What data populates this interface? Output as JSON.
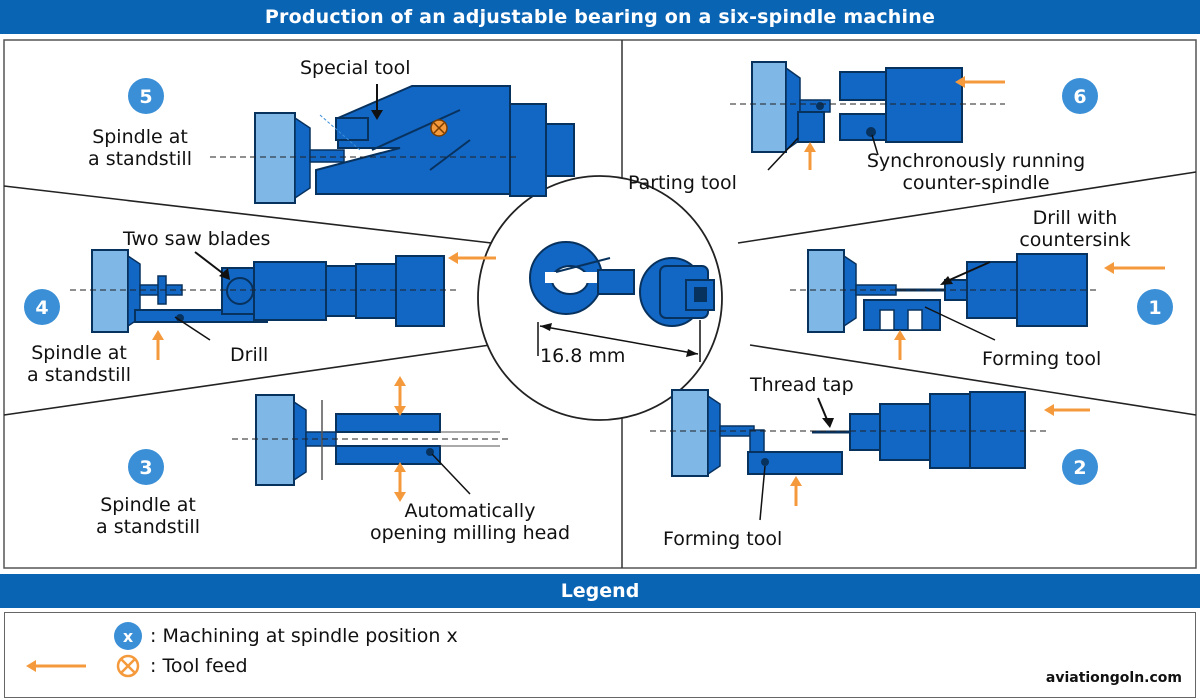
{
  "title": "Production of an adjustable bearing on a six-spindle machine",
  "legend": {
    "header": "Legend",
    "items": [
      {
        "symbol": "x",
        "text": ": Machining at spindle position x"
      },
      {
        "symbol": "arrow",
        "text": ""
      },
      {
        "symbol": "circle-cross",
        "text": ": Tool feed"
      }
    ]
  },
  "center": {
    "dimension": "16.8 mm"
  },
  "stations": [
    {
      "number": "1",
      "labels": [
        "Drill with\ncountersink",
        "Forming tool"
      ]
    },
    {
      "number": "2",
      "labels": [
        "Thread tap",
        "Forming tool"
      ]
    },
    {
      "number": "3",
      "labels": [
        "Spindle at\na standstill",
        "Automatically\nopening milling head"
      ]
    },
    {
      "number": "4",
      "labels": [
        "Two saw blades",
        "Spindle at\na standstill",
        "Drill"
      ]
    },
    {
      "number": "5",
      "labels": [
        "Special tool",
        "Spindle at\na standstill"
      ]
    },
    {
      "number": "6",
      "labels": [
        "Parting tool",
        "Synchronously running\ncounter-spindle"
      ]
    }
  ],
  "watermark": "aviationgoln.com",
  "colors": {
    "header": "#0a64b4",
    "machine": "#1266c4",
    "badge": "#3a8fd6",
    "arrow": "#f59a3c",
    "face": "#7fb7e6"
  }
}
